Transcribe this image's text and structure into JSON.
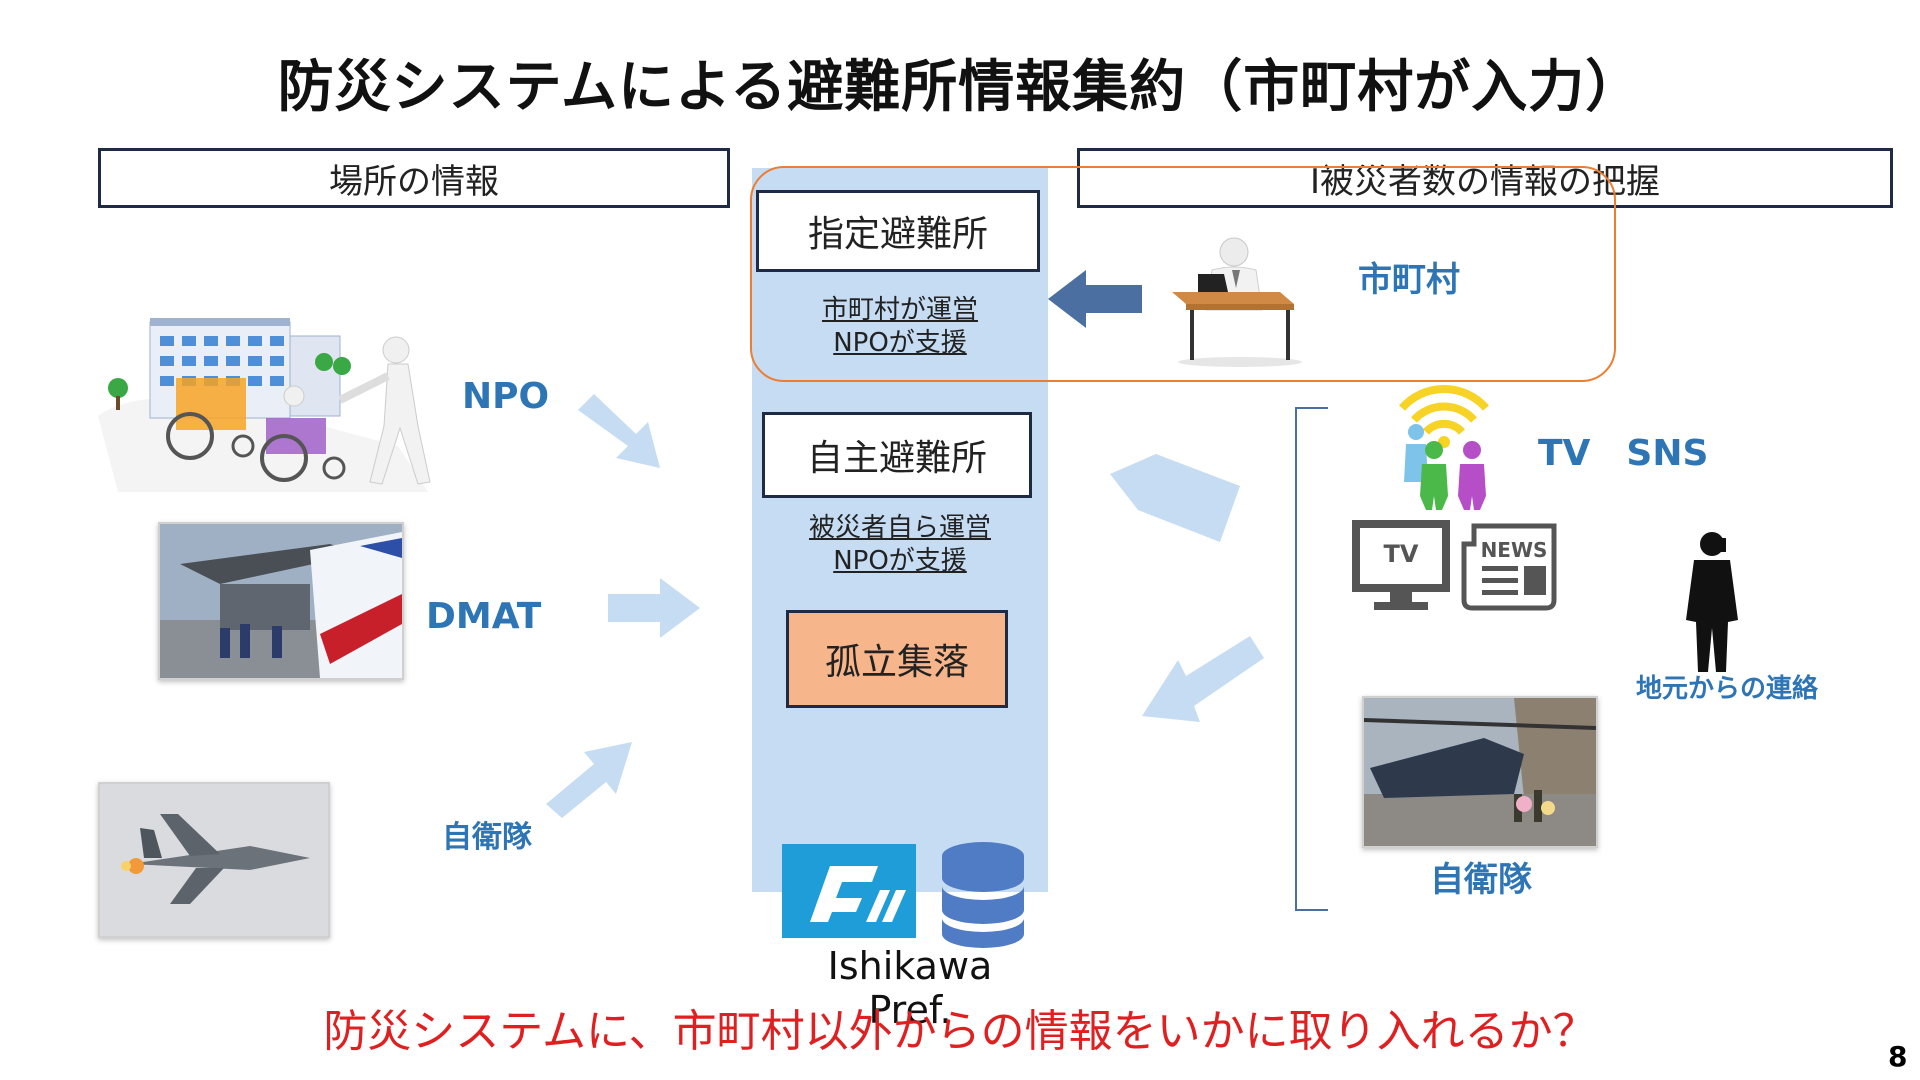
{
  "title": "防災システムによる避難所情報集約（市町村が入力）",
  "left_header": "場所の情報",
  "right_header": "I被災者数の情報の把握",
  "designated_shelter": {
    "label": "指定避難所",
    "note_line1": "市町村が運営",
    "note_line2": "NPOが支援"
  },
  "voluntary_shelter": {
    "label": "自主避難所",
    "note_line1": "被災者自ら運営",
    "note_line2": "NPOが支援"
  },
  "isolated_village": "孤立集落",
  "municipality_label": "市町村",
  "left_sources": {
    "npo": "NPO",
    "dmat": "DMAT",
    "sdf": "自衛隊"
  },
  "right_sources": {
    "tv_sns": "TV　SNS",
    "local_contact": "地元からの連絡",
    "sdf": "自衛隊"
  },
  "icons": {
    "tv": "TV",
    "news": "NEWS"
  },
  "logo_caption": "Ishikawa Pref.",
  "bottom_question": "防災システムに、市町村以外からの情報をいかに取り入れるか？",
  "page_number": "8",
  "colors": {
    "accent_blue": "#2e75b6",
    "center_column": "#c5dcf2",
    "arrow_light": "#c5dcf2",
    "arrow_dark": "#4a6fa0",
    "frame_orange": "#ed7d31",
    "isolated_fill": "#f6b58a",
    "question_red": "#e02020"
  }
}
